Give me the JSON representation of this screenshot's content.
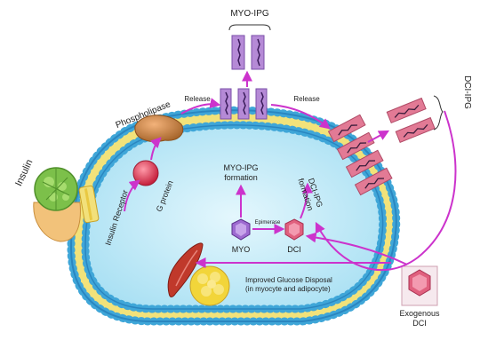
{
  "labels": {
    "myo_ipg_top": "MYO-IPG",
    "dci_ipg": "DCI-IPG",
    "release_left": "Release",
    "release_right": "Release",
    "phospholipase": "Phospholipase",
    "insulin": "Insulin",
    "insulin_receptor": "Insulin Receptor",
    "g_protein": "G protein",
    "myo_ipg_formation_1": "MYO-IPG",
    "myo_ipg_formation_2": "formation",
    "dci_ipg_formation_1": "DCI-IPG",
    "dci_ipg_formation_2": "formation",
    "epimerase": "Epimerase",
    "myo": "MYO",
    "dci": "DCI",
    "glucose_1": "Improved Glucose Disposal",
    "glucose_2": "(in myocyte and adipocyte)",
    "exogenous_1": "Exogenous",
    "exogenous_2": "DCI"
  },
  "colors": {
    "arrow": "#cc33cc",
    "cytoplasm": "#bfeaf7",
    "lipid_head": "#3fa6d8",
    "lipid_tail": "#f2e27a",
    "myo_ipg": "#b58ad6",
    "dci_ipg": "#e27a95",
    "myo_molecule": "#9d6ad0",
    "dci_molecule": "#e0607e",
    "receptor": "#f2e07a",
    "g_protein": "#e23b5a",
    "phospholipase": "#c9833f",
    "insulin": "#7cc04a",
    "muscle": "#c0392b",
    "adipocyte": "#f2d53a"
  }
}
